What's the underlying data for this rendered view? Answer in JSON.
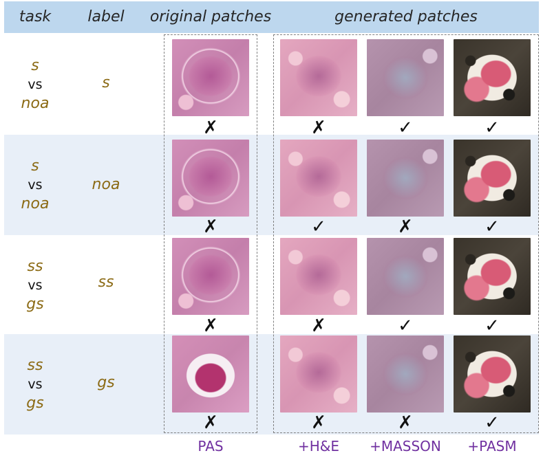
{
  "header": {
    "task": "task",
    "label": "label",
    "original": "original patches",
    "generated": "generated patches"
  },
  "rows": [
    {
      "task_a": "s",
      "vs": "vs",
      "task_b": "noa",
      "label": "s",
      "marks": {
        "original": "✗",
        "he": "✗",
        "masson": "✓",
        "pasm": "✓"
      }
    },
    {
      "task_a": "s",
      "vs": "vs",
      "task_b": "noa",
      "label": "noa",
      "marks": {
        "original": "✗",
        "he": "✓",
        "masson": "✗",
        "pasm": "✓"
      }
    },
    {
      "task_a": "ss",
      "vs": "vs",
      "task_b": "gs",
      "label": "ss",
      "marks": {
        "original": "✗",
        "he": "✗",
        "masson": "✓",
        "pasm": "✓"
      }
    },
    {
      "task_a": "ss",
      "vs": "vs",
      "task_b": "gs",
      "label": "gs",
      "marks": {
        "original": "✗",
        "he": "✗",
        "masson": "✗",
        "pasm": "✓"
      }
    }
  ],
  "stains": {
    "original": "PAS",
    "he": "+H&E",
    "masson": "+MASSON",
    "pasm": "+PASM"
  },
  "colors": {
    "header_bg": "#bdd7ee",
    "band_bg": "#e8eff8",
    "task_text": "#8b6a14",
    "stain_text": "#7030a0"
  }
}
